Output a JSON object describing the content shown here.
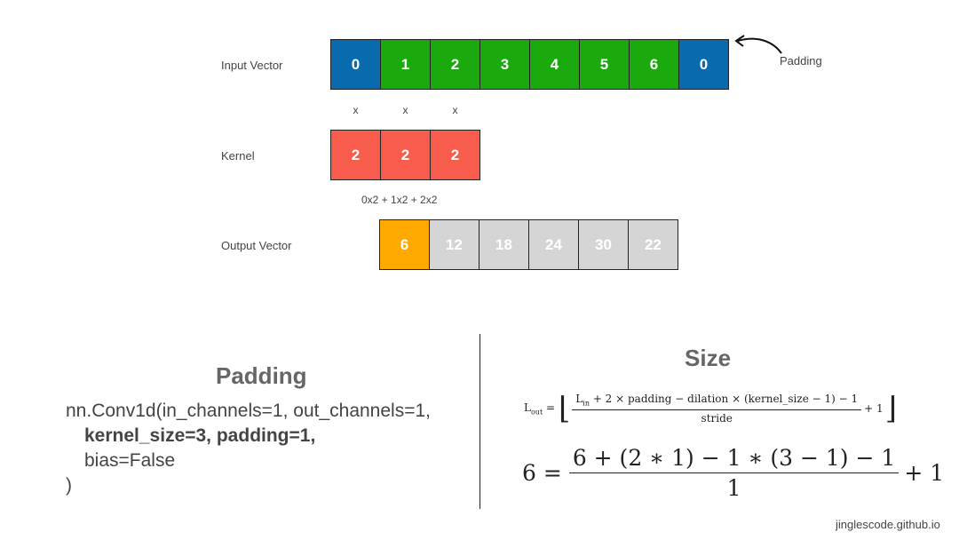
{
  "labels": {
    "input": "Input Vector",
    "kernel": "Kernel",
    "output": "Output Vector",
    "padding_note": "Padding"
  },
  "input_cells": [
    {
      "value": "0",
      "color": "#0a6aae"
    },
    {
      "value": "1",
      "color": "#1aaa0e"
    },
    {
      "value": "2",
      "color": "#1aaa0e"
    },
    {
      "value": "3",
      "color": "#1aaa0e"
    },
    {
      "value": "4",
      "color": "#1aaa0e"
    },
    {
      "value": "5",
      "color": "#1aaa0e"
    },
    {
      "value": "6",
      "color": "#1aaa0e"
    },
    {
      "value": "0",
      "color": "#0a6aae"
    }
  ],
  "times_symbols": [
    "x",
    "x",
    "x"
  ],
  "kernel_cells": [
    {
      "value": "2",
      "color": "#f75c4c"
    },
    {
      "value": "2",
      "color": "#f75c4c"
    },
    {
      "value": "2",
      "color": "#f75c4c"
    }
  ],
  "computation": "0x2 + 1x2 + 2x2",
  "output_cells": [
    {
      "value": "6",
      "color": "#ffaa00"
    },
    {
      "value": "12",
      "color": "#d5d5d5"
    },
    {
      "value": "18",
      "color": "#d5d5d5"
    },
    {
      "value": "24",
      "color": "#d5d5d5"
    },
    {
      "value": "30",
      "color": "#d5d5d5"
    },
    {
      "value": "22",
      "color": "#d5d5d5"
    }
  ],
  "padding_section": {
    "title": "Padding",
    "line1": "nn.Conv1d(in_channels=1, out_channels=1,",
    "line2_bold": "kernel_size=3, padding=1,",
    "line3": "bias=False",
    "line4": ")"
  },
  "size_section": {
    "title": "Size",
    "formula_lhs": "L",
    "formula_lhs_sub": "out",
    "formula_num_l": "L",
    "formula_num_l_sub": "in",
    "formula_num_rest": "+ 2 × padding − dilation × (kernel_size − 1) − 1",
    "formula_den": "stride",
    "formula_plus": "+ 1",
    "example_lhs": "6 =",
    "example_num": "6 + (2 ∗ 1) − 1 ∗ (3 − 1) − 1",
    "example_den": "1",
    "example_plus": "+ 1"
  },
  "footer": "jinglescode.github.io"
}
